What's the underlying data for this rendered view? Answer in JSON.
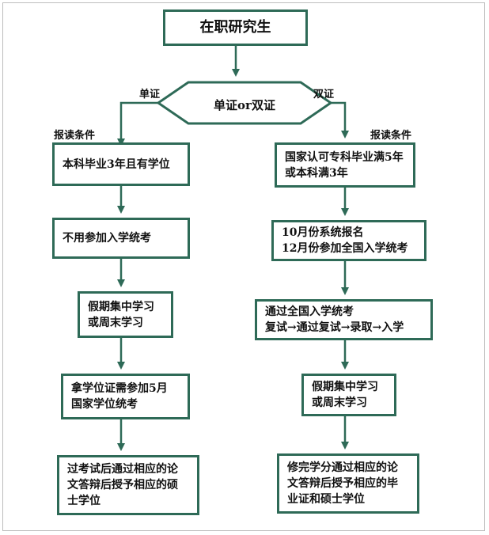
{
  "top": {
    "title": "在职研究生"
  },
  "decision": {
    "label": "单证or双证"
  },
  "branch_labels": {
    "left": "单证",
    "right": "双证"
  },
  "condition_labels": {
    "left": "报读条件",
    "right": "报读条件"
  },
  "left_steps": [
    "本科毕业3年且有学位",
    "不用参加入学统考",
    "假期集中学习\n或周末学习",
    "拿学位证需参加5月\n国家学位统考",
    "过考试后通过相应的论\n文答辩后授予相应的硕\n士学位"
  ],
  "right_steps": [
    "国家认可专科毕业满5年\n或本科满3年",
    "10月份系统报名\n12月份参加全国入学统考",
    "通过全国入学统考\n复试→通过复试→录取→入学",
    "假期集中学习\n或周末学习",
    "修完学分通过相应的论\n文答辩后授予相应的毕\n业证和硕士学位"
  ],
  "colors": {
    "border": "#2e6a57",
    "arrow": "#2e6a57"
  }
}
